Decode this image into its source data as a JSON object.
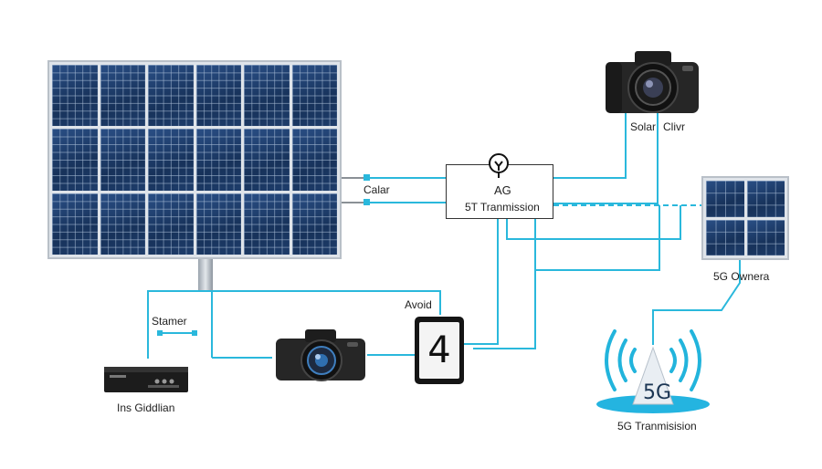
{
  "colors": {
    "wire": "#2ab8dc",
    "panel_cell": "#1c3a66",
    "panel_frame": "#dfe4ea",
    "tower_base": "#24b4e0",
    "signal_arc": "#22b4dc"
  },
  "labels": {
    "calar": "Calar",
    "ag": "AG",
    "st_transmission": "5T Tranmission",
    "solar": "Solar",
    "clivr": "Clivr",
    "owner": "5G Ownera",
    "avoid": "Avoid",
    "stamer": "Stamer",
    "ins_giddian": "Ins Giddlian",
    "phone_digit": "4",
    "tower_label": "5G",
    "transmission_5g": "5G Tranmisision"
  },
  "icons": {
    "bulb": "lightbulb-icon",
    "camera_top": "dslr-camera-icon",
    "camera_mid": "dslr-camera-icon",
    "router": "router-device-icon",
    "phone": "smartphone-icon",
    "tower": "5g-tower-icon",
    "signal": "wireless-signal-icon"
  }
}
